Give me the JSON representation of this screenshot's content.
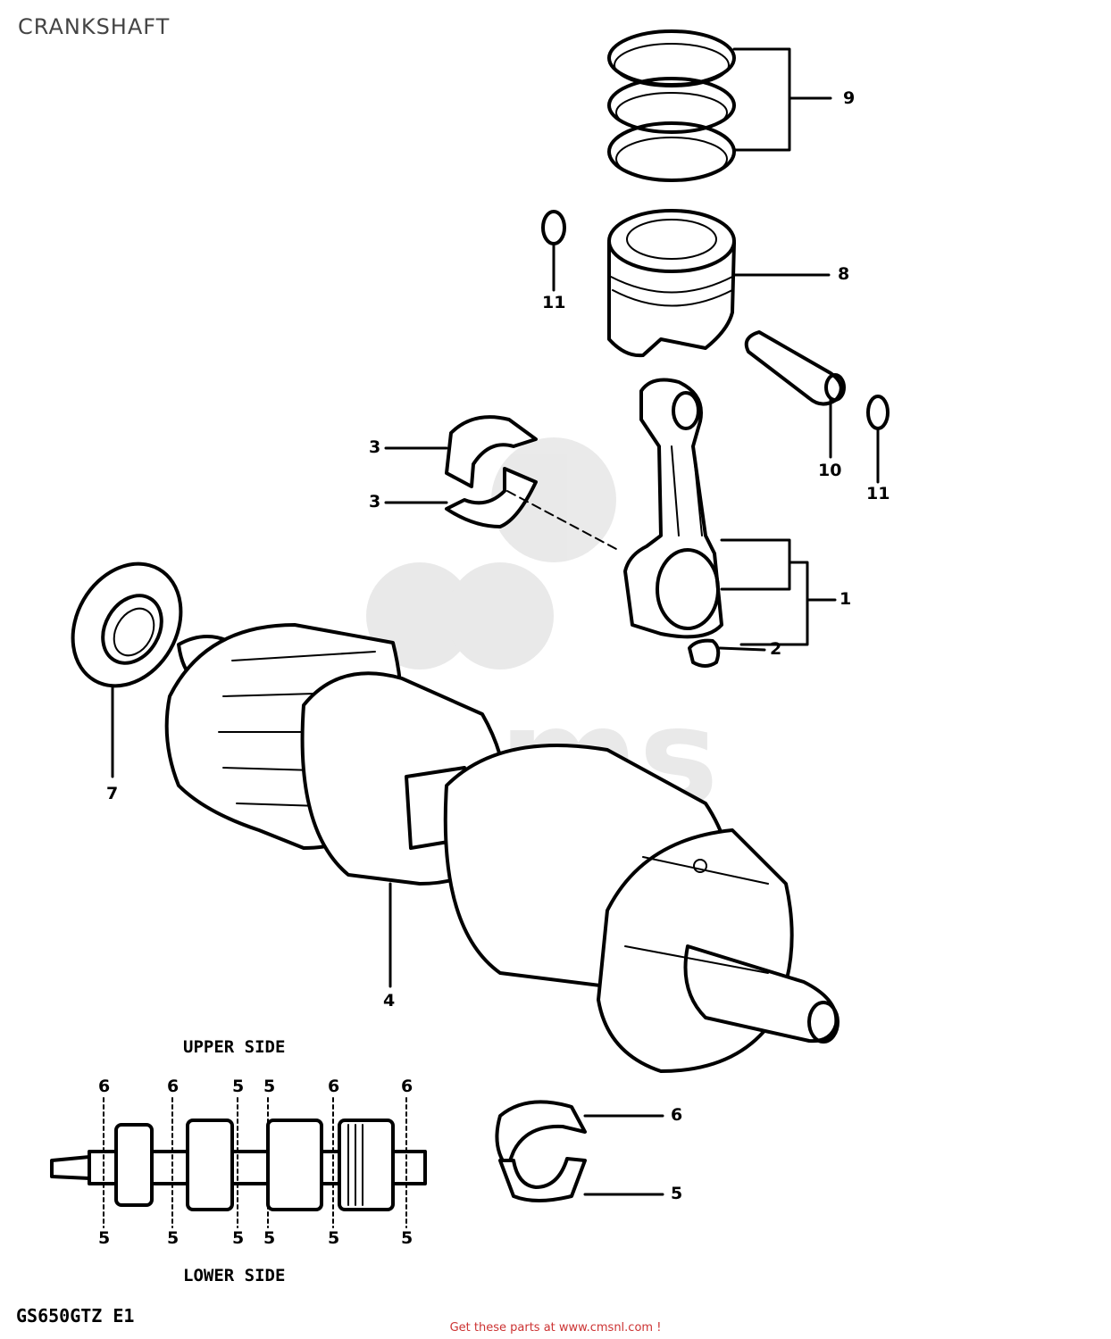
{
  "title": "CRANKSHAFT",
  "watermark": "cms",
  "callouts": {
    "n1": "1",
    "n2": "2",
    "n3a": "3",
    "n3b": "3",
    "n4": "4",
    "n6": "6",
    "n5": "5",
    "n7": "7",
    "n8": "8",
    "n9": "9",
    "n10": "10",
    "n11a": "11",
    "n11b": "11"
  },
  "bearing_map": {
    "upper_caption": "UPPER SIDE",
    "lower_caption": "LOWER SIDE",
    "upper_labels": [
      "6",
      "6",
      "5",
      "5",
      "6",
      "6"
    ],
    "lower_labels": [
      "5",
      "5",
      "5",
      "5",
      "5",
      "5"
    ]
  },
  "model_code": "GS650GTZ E1",
  "footer": "Get these parts at www.cmsnl.com !"
}
